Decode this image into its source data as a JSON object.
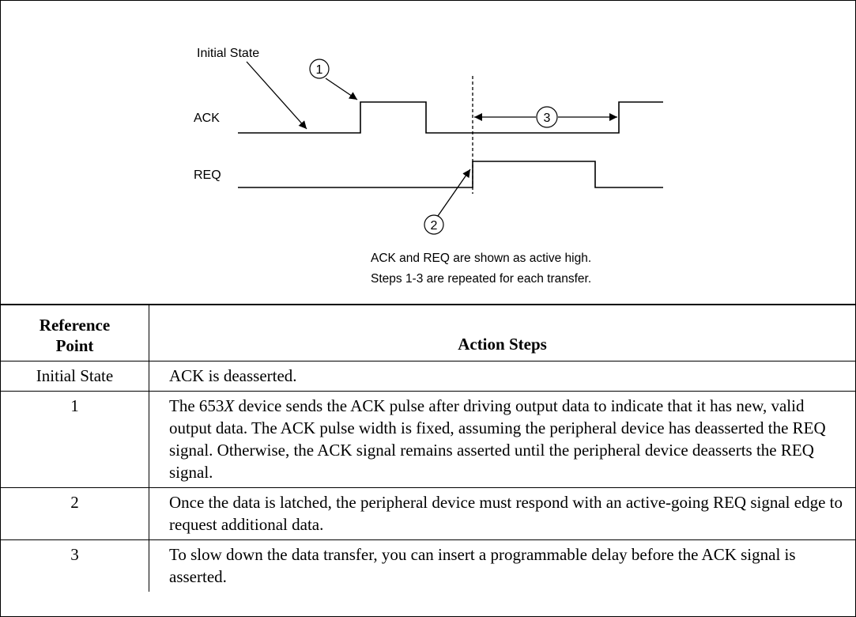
{
  "diagram": {
    "label_initial_state": "Initial State",
    "label_ack": "ACK",
    "label_req": "REQ",
    "marker_1": "1",
    "marker_2": "2",
    "marker_3": "3",
    "note_line_1": "ACK and REQ are shown as active high.",
    "note_line_2": "Steps 1-3 are repeated for each transfer."
  },
  "table": {
    "header_reference_line1": "Reference",
    "header_reference_line2": "Point",
    "header_action": "Action Steps",
    "rows": [
      {
        "ref": "Initial State",
        "action": "ACK is deasserted."
      },
      {
        "ref": "1",
        "action_pre": "The 653",
        "action_italic": "X",
        "action_post": " device sends the ACK pulse after driving output data to indicate that it has new, valid output data. The ACK pulse width is fixed, assuming the peripheral device has deasserted the REQ signal. Otherwise, the ACK signal remains asserted until the peripheral device deasserts the REQ signal."
      },
      {
        "ref": "2",
        "action": "Once the data is latched, the peripheral device must respond with an active-going REQ signal edge to request additional data."
      },
      {
        "ref": "3",
        "action": "To slow down the data transfer, you can insert a programmable delay before the ACK signal is asserted."
      }
    ]
  }
}
